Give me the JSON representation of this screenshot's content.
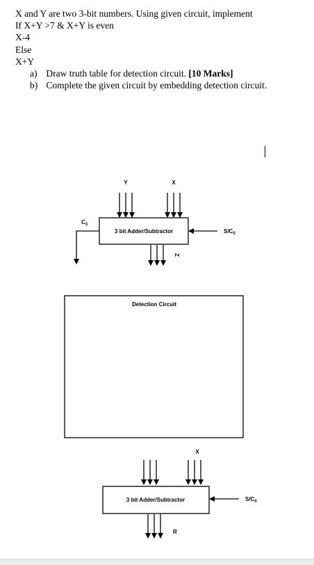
{
  "document": {
    "lines": [
      "X and Y are two 3-bit numbers. Using given circuit, implement",
      "If X+Y >7 & X+Y is even",
      "X-4",
      "Else",
      "X+Y"
    ],
    "questions": [
      {
        "label": "a)",
        "text": "Draw truth table for detection circuit. ",
        "marks": "[10 Marks]"
      },
      {
        "label": "b)",
        "text": "Complete the given circuit by embedding detection circuit.",
        "marks": ""
      }
    ]
  },
  "circuit": {
    "top_adder": {
      "label": "3 bit Adder/Subtractor",
      "input_y": "Y",
      "input_x": "X",
      "control": "S/C",
      "control_sub": "0",
      "carry": "C",
      "carry_sub": "3",
      "output": "Z"
    },
    "detection": {
      "label": "Detection Circuit"
    },
    "bottom_adder": {
      "label": "3 bit Adder/Subtractor",
      "input_x": "X",
      "control": "S/C",
      "control_sub": "0",
      "output": "R"
    }
  }
}
